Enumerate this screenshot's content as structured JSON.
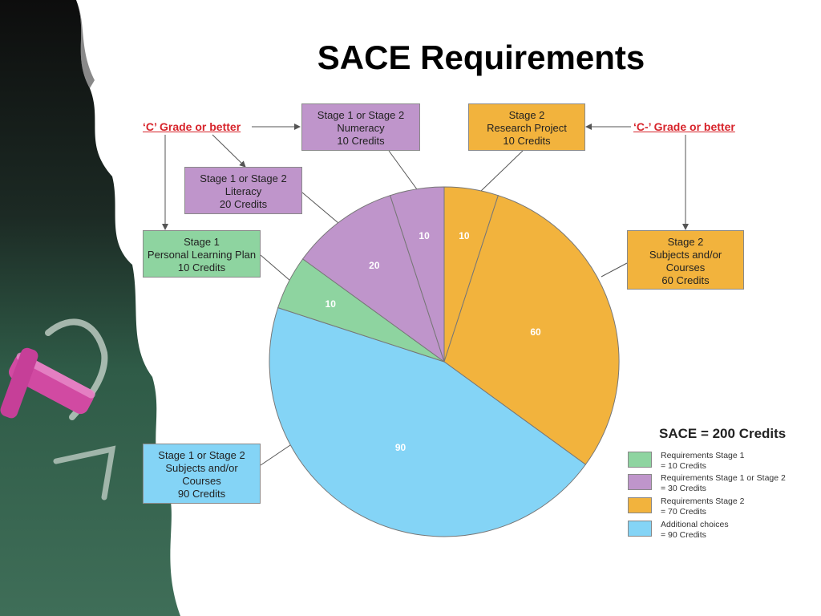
{
  "title": "SACE Requirements",
  "grades": {
    "left": "‘C’ Grade or better",
    "right": "‘C-’ Grade or better"
  },
  "boxes": {
    "numeracy": [
      "Stage 1 or Stage 2",
      "Numeracy",
      "10 Credits"
    ],
    "research": [
      "Stage 2",
      "Research Project",
      "10 Credits"
    ],
    "literacy": [
      "Stage 1 or Stage 2",
      "Literacy",
      "20 Credits"
    ],
    "plp": [
      "Stage 1",
      "Personal Learning Plan",
      "10 Credits"
    ],
    "stage2_subjects": [
      "Stage 2",
      "Subjects and/or",
      "Courses",
      "60 Credits"
    ],
    "stage12_subjects": [
      "Stage 1 or Stage 2",
      "Subjects and/or",
      "Courses",
      "90 Credits"
    ]
  },
  "legend": {
    "title": "SACE = 200 Credits",
    "items": [
      {
        "line1": "Requirements Stage 1",
        "line2": "= 10 Credits",
        "color": "#8ed4a0"
      },
      {
        "line1": "Requirements Stage 1 or Stage 2",
        "line2": "= 30 Credits",
        "color": "#bf95cb"
      },
      {
        "line1": "Requirements Stage 2",
        "line2": "= 70 Credits",
        "color": "#f2b33d"
      },
      {
        "line1": "Additional choices",
        "line2": "= 90 Credits",
        "color": "#84d4f6"
      }
    ]
  },
  "chart_data": {
    "type": "pie",
    "title": "SACE = 200 Credits",
    "start": "top",
    "direction": "clockwise",
    "slices": [
      {
        "label": "Stage 2 Research Project",
        "value": 10,
        "color": "#f2b33d"
      },
      {
        "label": "Stage 2 Subjects and/or Courses",
        "value": 60,
        "color": "#f2b33d"
      },
      {
        "label": "Stage 1 or Stage 2 Subjects and/or Courses",
        "value": 90,
        "color": "#84d4f6"
      },
      {
        "label": "Stage 1 Personal Learning Plan",
        "value": 10,
        "color": "#8ed4a0"
      },
      {
        "label": "Stage 1 or Stage 2 Literacy",
        "value": 20,
        "color": "#bf95cb"
      },
      {
        "label": "Stage 1 or Stage 2 Numeracy",
        "value": 10,
        "color": "#bf95cb"
      }
    ]
  }
}
